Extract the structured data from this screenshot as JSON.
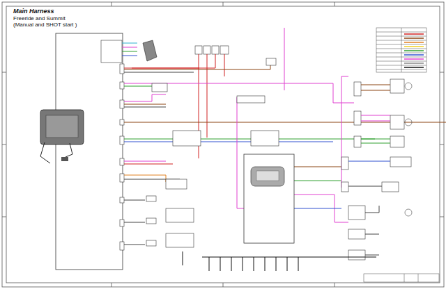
{
  "diagram": {
    "title": "Main Harness",
    "labels": [
      "Freeride and Summit",
      "(Manual and SHOT start )"
    ]
  }
}
